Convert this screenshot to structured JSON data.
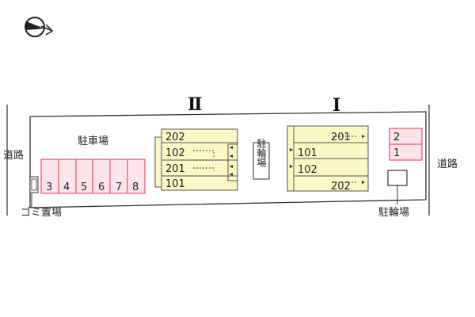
{
  "labels": {
    "road_left": "道路",
    "road_right": "道路",
    "parking": "駐車場",
    "garbage": "ゴミ置場",
    "bike_parking_center": "駐輪場",
    "bike_parking_right": "駐輪場"
  },
  "buildings": {
    "building_2": {
      "numeral": "Ⅱ",
      "units": [
        "202",
        "102",
        "201",
        "101"
      ]
    },
    "building_1": {
      "numeral": "Ⅰ",
      "units": [
        "201",
        "101",
        "102",
        "202"
      ]
    }
  },
  "parking_spaces": [
    "3",
    "4",
    "5",
    "6",
    "7",
    "8"
  ],
  "parking_spaces_right": [
    "2",
    "1"
  ],
  "colors": {
    "building_fill": "#fbf8c6",
    "parking_fill": "#fde4ea",
    "parking_stroke": "#d9365a",
    "outline": "#333333"
  },
  "icons": {
    "compass": "north-compass-icon"
  }
}
